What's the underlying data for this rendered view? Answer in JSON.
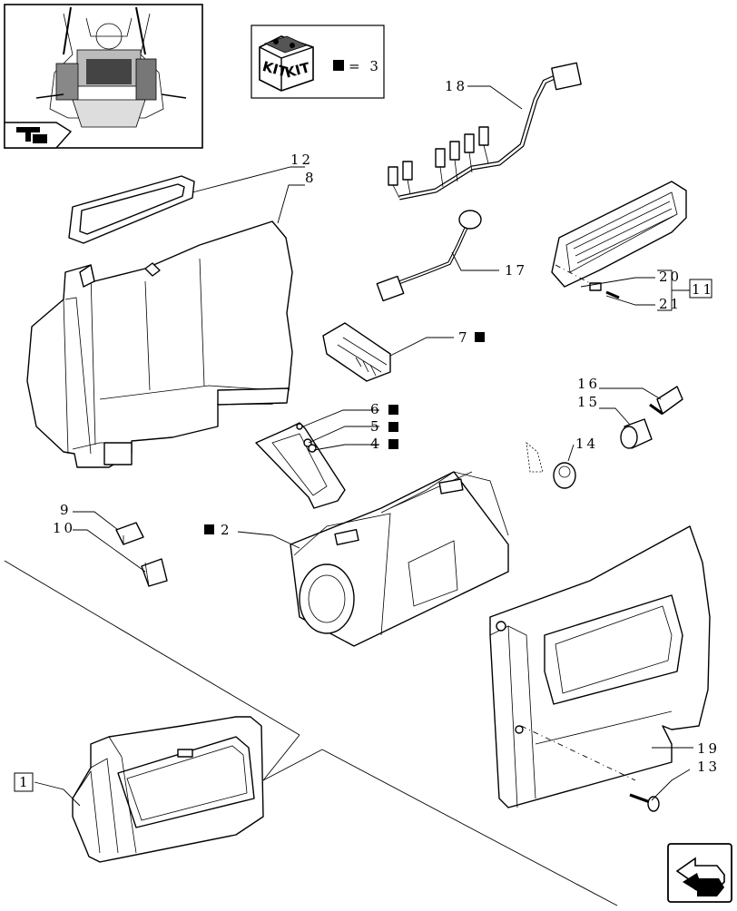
{
  "kit_box": {
    "kit_labels": [
      "KIT",
      "KIT"
    ],
    "equals_text": "= 3"
  },
  "callouts": {
    "c1": "1",
    "c2": "2",
    "c5": "5",
    "c4": "4",
    "c6": "6",
    "c7": "7",
    "c8": "8",
    "c9": "9",
    "c10": "10",
    "c11": "11",
    "c12": "12",
    "c13": "13",
    "c14": "14",
    "c15": "15",
    "c16": "16",
    "c17": "17",
    "c18": "18",
    "c19": "19",
    "c20": "20",
    "c21": "21"
  },
  "icons": {
    "thumbnail": "tractor-cab-thumbnail",
    "thumb_corner": "book-arrow-icon",
    "nav": "next-page-arrow-icon",
    "kit_marker": "black-square-marker"
  }
}
